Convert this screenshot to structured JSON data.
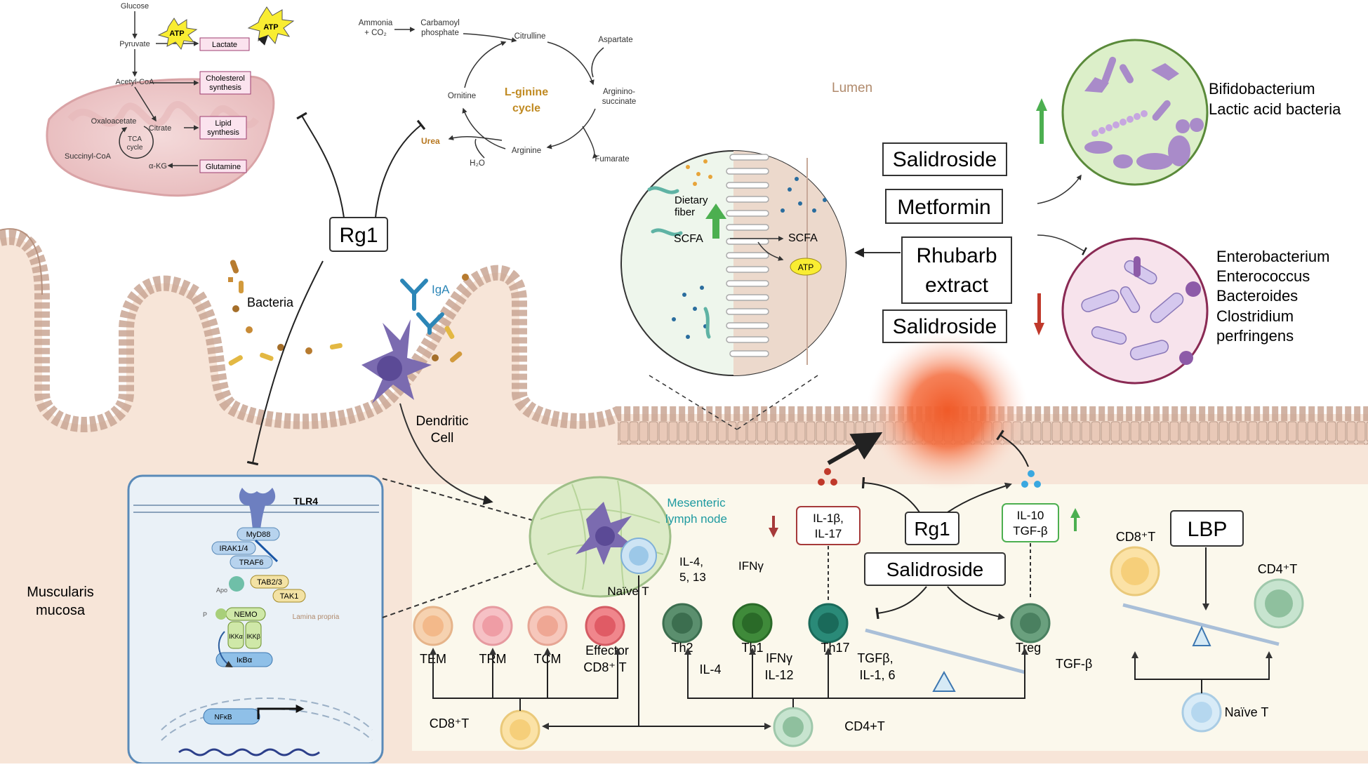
{
  "metabolism": {
    "glucose": "Glucose",
    "pyruvate": "Pyruvate",
    "acetyl_coa": "Acetyl-CoA",
    "oxaloacetate": "Oxaloacetate",
    "citrate": "Citrate",
    "tca": [
      "TCA",
      "cycle"
    ],
    "succinyl_coa": "Succinyl-CoA",
    "akg": "α-KG",
    "atp": "ATP",
    "lactate": "Lactate",
    "cholesterol": [
      "Cholesterol",
      "synthesis"
    ],
    "lipid": [
      "Lipid",
      "synthesis"
    ],
    "glutamine": "Glutamine"
  },
  "urea_cycle": {
    "ammonia": [
      "Ammonia",
      "+ CO₂"
    ],
    "carbamoyl": [
      "Carbamoyl",
      "phosphate"
    ],
    "citrulline": "Citrulline",
    "aspartate": "Aspartate",
    "argininosuccinate": [
      "Arginino-",
      "succinate"
    ],
    "fumarate": "Fumarate",
    "arginine": "Arginine",
    "ornithine": "Ornitine",
    "urea": "Urea",
    "h2o": "H₂O",
    "cycle_title": [
      "L-ginine",
      "cycle"
    ]
  },
  "gut": {
    "rg1_top": "Rg1",
    "bacteria": "Bacteria",
    "iga": "IgA",
    "lumen": "Lumen",
    "dendritic": [
      "Dendritic",
      "Cell"
    ],
    "muscularis": [
      "Muscularis",
      "mucosa"
    ],
    "lamina_propria": "Lamina propria"
  },
  "tlr4": {
    "title": "TLR4",
    "myd88": "MyD88",
    "irak": "IRAK1/4",
    "traf6": "TRAF6",
    "tab": "TAB2/3",
    "tak1": "TAK1",
    "nemo": "NEMO",
    "ikka": "IKKα",
    "ikkb": "IKKβ",
    "ikb": "IκBα",
    "nfkb": "NFκB",
    "apo": "Apo",
    "p": "P"
  },
  "zoom": {
    "dietary_fiber": [
      "Dietary",
      "fiber"
    ],
    "scfa_left": "SCFA",
    "scfa_right": "SCFA",
    "atp": "ATP"
  },
  "treatments": {
    "salidroside_up": "Salidroside",
    "metformin": "Metformin",
    "rhubarb": [
      "Rhubarb",
      "extract"
    ],
    "salidroside_down": "Salidroside"
  },
  "bacteria_good": [
    "Bifidobacterium",
    "Lactic acid bacteria"
  ],
  "bacteria_bad": [
    "Enterobacterium",
    "Enterococcus",
    "Bacteroides",
    "Clostridium",
    "perfringens"
  ],
  "lymph": {
    "mesenteric": [
      "Mesenteric",
      "lymph node"
    ],
    "naive_t": "Naïve T",
    "il4_5_13": [
      "IL-4,",
      "5, 13"
    ],
    "ifng": "IFNγ",
    "il1b_il17": [
      "IL-1β,",
      "IL-17"
    ],
    "il10_tgfb": [
      "IL-10",
      "TGF-β"
    ],
    "rg1": "Rg1",
    "salidroside": "Salidroside",
    "tem": "TEM",
    "trm": "TRM",
    "tcm": "TCM",
    "effector": [
      "Effector",
      "CD8⁺ T"
    ],
    "th2": "Th2",
    "th1": "Th1",
    "th17": "Th17",
    "treg": "Treg",
    "il4": "IL-4",
    "ifng_il12": [
      "IFNγ",
      "IL-12"
    ],
    "tgfb_il16": [
      "TGFβ,",
      "IL-1, 6"
    ],
    "tgfb": "TGF-β",
    "cd8t": "CD8⁺T",
    "cd4t": "CD4+T"
  },
  "lbp": {
    "title": "LBP",
    "cd8": "CD8⁺T",
    "cd4": "CD4⁺T",
    "naive": "Naïve T"
  },
  "colors": {
    "tissue": "#f7e5d8",
    "lymph_bg": "#fbf8ec",
    "up_arrow": "#4caf50",
    "down_arrow": "#c0392b",
    "inflammation": "#f05a28"
  }
}
